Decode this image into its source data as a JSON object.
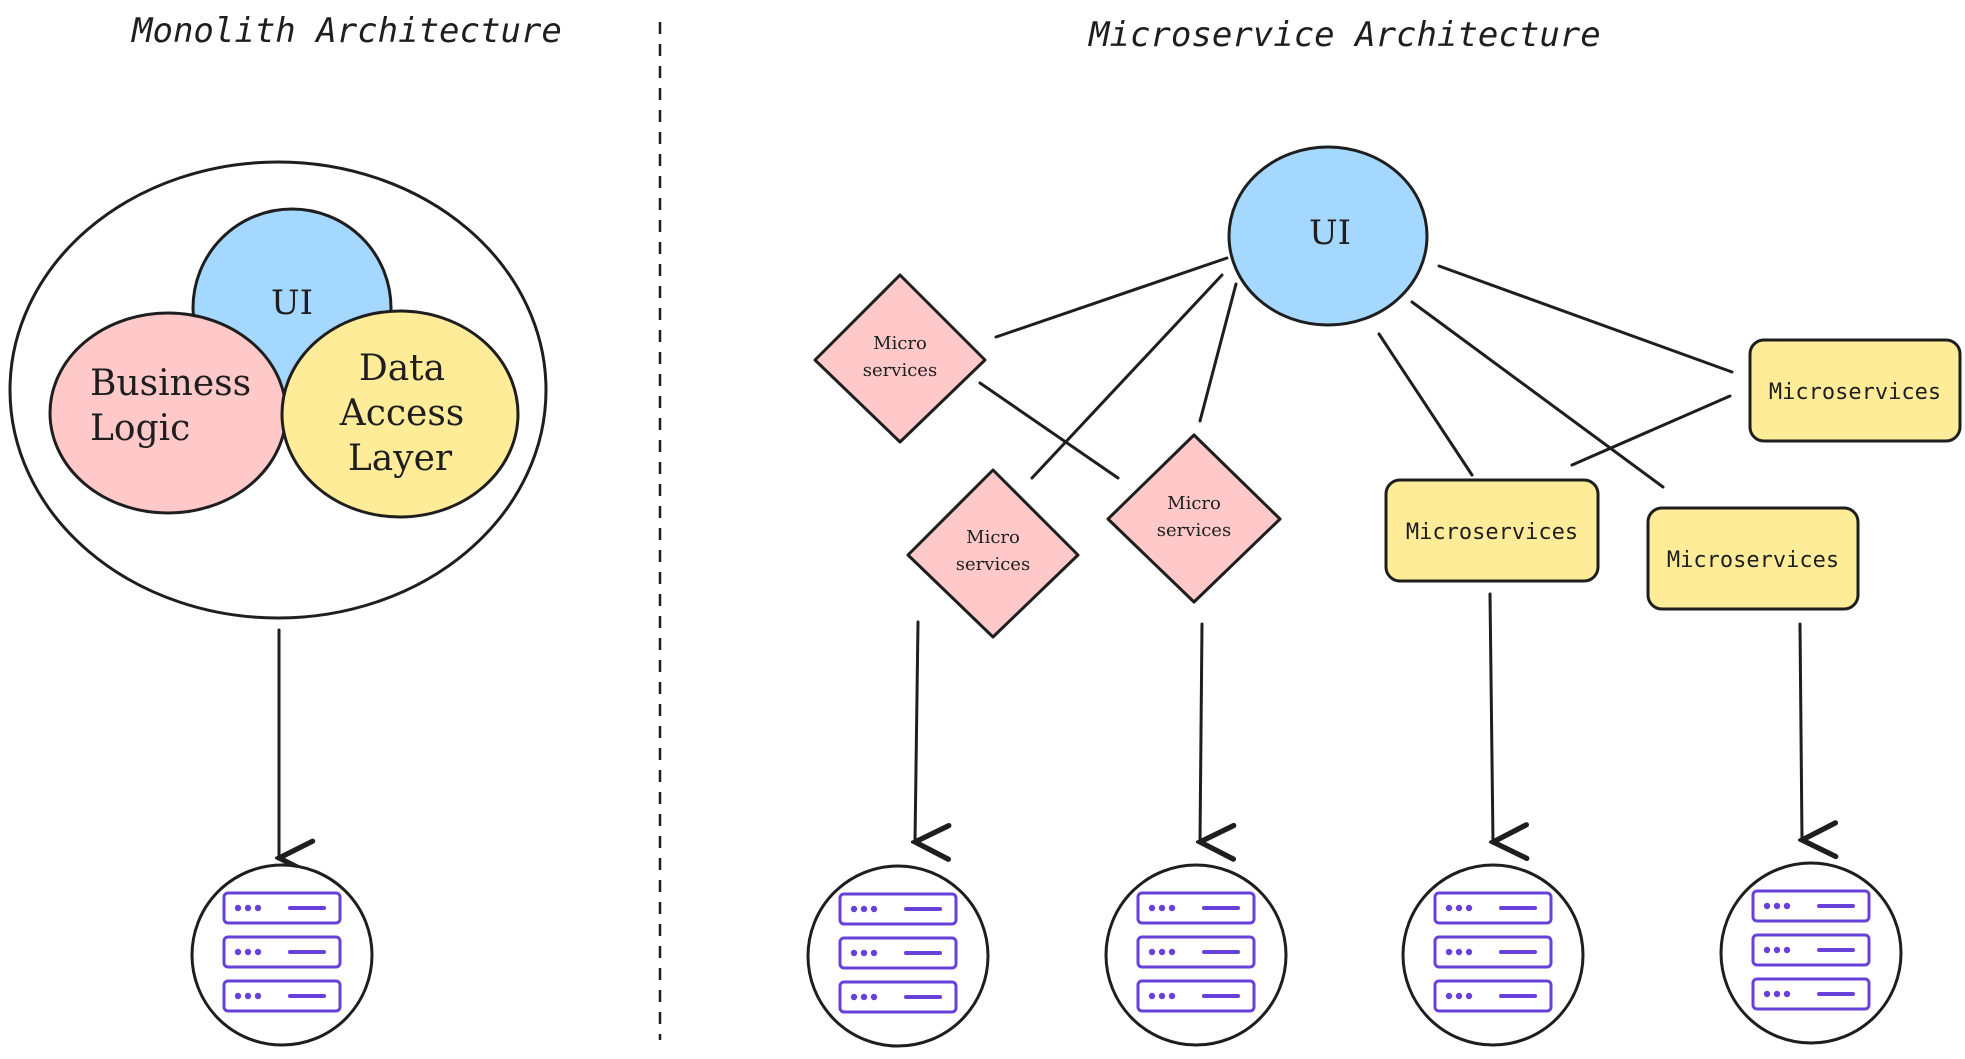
{
  "titles": {
    "monolith": "Monolith Architecture",
    "microservice": "Microservice Architecture"
  },
  "monolith": {
    "ui": "UI",
    "business_logic": [
      "Business",
      "Logic"
    ],
    "data_access": [
      "Data",
      "Access",
      "Layer"
    ]
  },
  "microservice": {
    "ui": "UI",
    "diamond_label": [
      "Micro",
      "services"
    ],
    "box_label": "Microservices"
  },
  "colors": {
    "ui_blue": "#a5d8ff",
    "logic_pink": "#ffc9c9",
    "data_yellow": "#ffec99",
    "server_purple": "#6741d9",
    "ink": "#1e1e1e"
  },
  "icons": {
    "database": "server-rack-icon"
  }
}
